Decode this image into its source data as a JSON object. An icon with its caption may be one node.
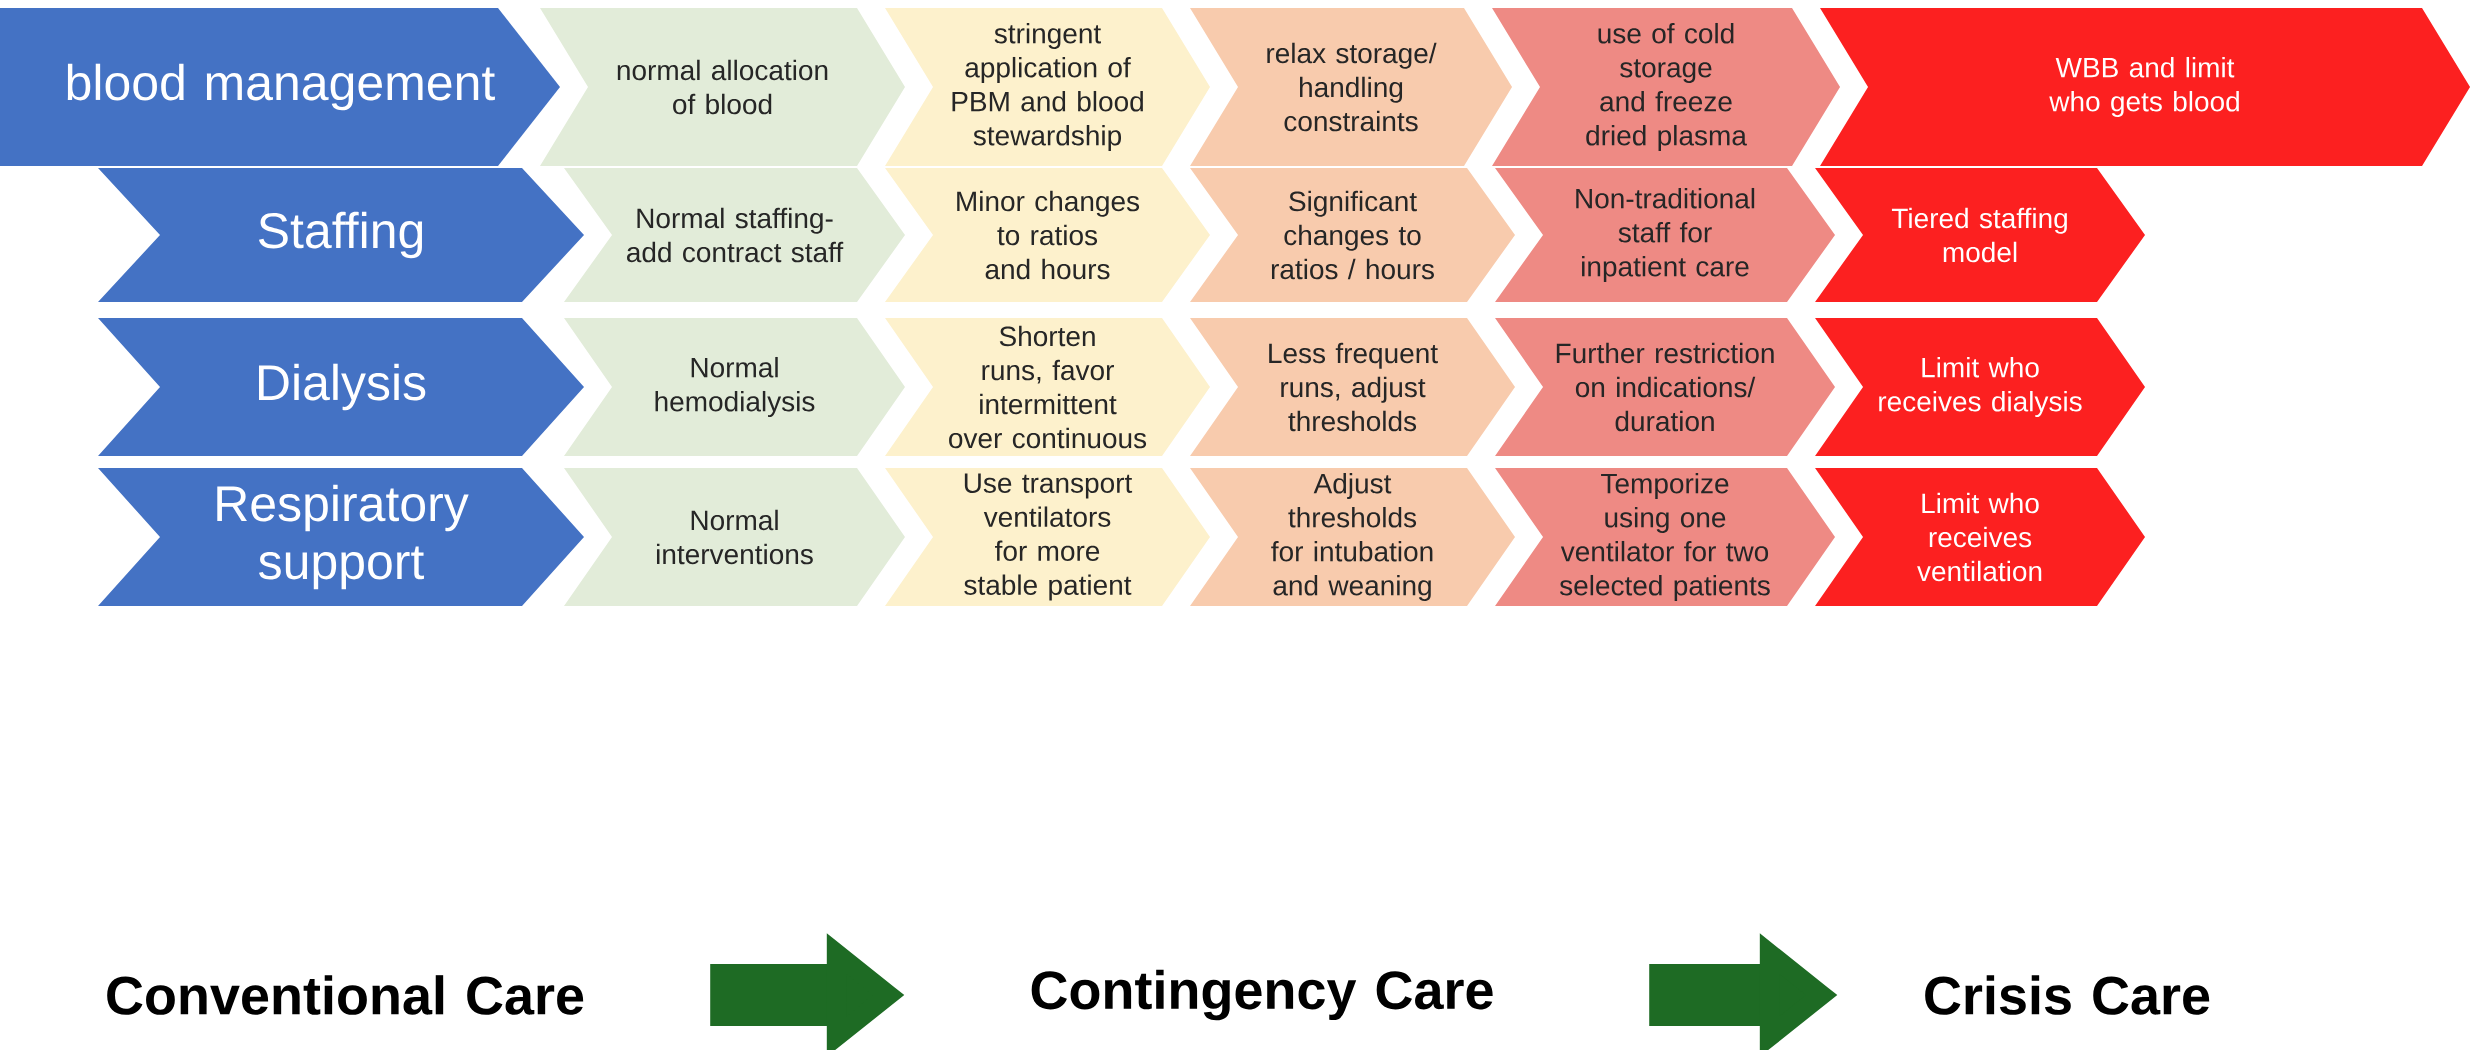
{
  "diagram": {
    "nodes": [
      {
        "text": [
          "blood management"
        ]
      },
      {
        "text": [
          "normal allocation of blood"
        ]
      },
      {
        "text": [
          "stringent application of PBM and blood stewardship"
        ]
      },
      {
        "text": [
          "relax storage/ handling constraints"
        ]
      },
      {
        "text": [
          "use of cold storage and freeze dried plasma"
        ]
      },
      {
        "text": [
          "WBB and limit who gets blood"
        ]
      },
      {
        "text": [
          "Staffing"
        ]
      },
      {
        "text": [
          "Normal staffing- add contract staff"
        ]
      },
      {
        "text": [
          "Minor changes to ratios and hours"
        ]
      },
      {
        "text": [
          "Significant changes to ratios / hours"
        ]
      },
      {
        "text": [
          "Non-traditional staff for inpatient care"
        ]
      },
      {
        "text": [
          "Tiered staffing model"
        ]
      },
      {
        "text": [
          "Dialysis"
        ]
      },
      {
        "text": [
          "Normal hemodialysis"
        ]
      },
      {
        "text": [
          "Shorten runs, favor intermittent over continuous"
        ]
      },
      {
        "text": [
          "Less frequent runs, adjust thresholds"
        ]
      },
      {
        "text": [
          "Further restriction on indications/ duration"
        ]
      },
      {
        "text": [
          "Limit who receives dialysis"
        ]
      },
      {
        "text": [
          "Respiratory support"
        ]
      },
      {
        "text": [
          "Normal interventions"
        ]
      },
      {
        "text": [
          "Use transport ventilators for more stable patient"
        ]
      },
      {
        "text": [
          "Adjust thresholds for intubation and weaning"
        ]
      },
      {
        "text": [
          "Temporize using one ventilator for two selected patients"
        ]
      },
      {
        "text": [
          "Limit who receives ventilation"
        ]
      },
      {
        "text": [
          "Conventional Care"
        ]
      },
      {
        "text": [
          "Contingency Care"
        ]
      },
      {
        "text": [
          "Crisis Care"
        ]
      }
    ],
    "edges": [
      {
        "from": 24,
        "to": 25,
        "arrow": "to"
      },
      {
        "from": 25,
        "to": 26,
        "arrow": "to"
      }
    ]
  }
}
